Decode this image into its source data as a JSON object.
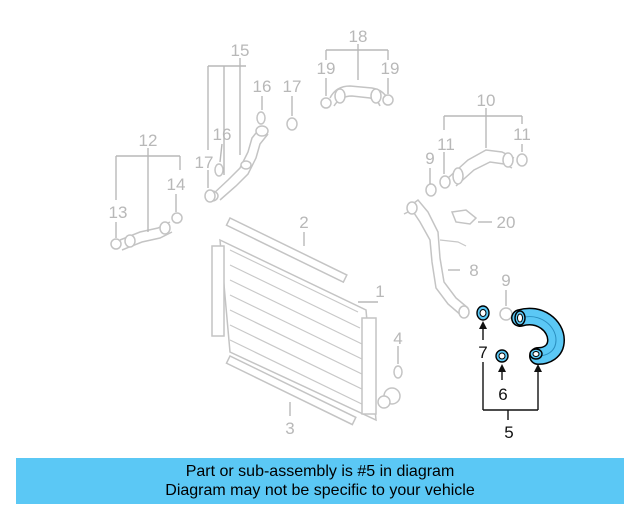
{
  "diagram": {
    "highlight_color": "#5bc8f5",
    "ghost_color": "#b8b8b8",
    "callouts": {
      "c1": "1",
      "c2": "2",
      "c3": "3",
      "c4": "4",
      "c5": "5",
      "c6": "6",
      "c7": "7",
      "c8": "8",
      "c9a": "9",
      "c9b": "9",
      "c10": "10",
      "c11a": "11",
      "c11b": "11",
      "c12": "12",
      "c13": "13",
      "c14": "14",
      "c15": "15",
      "c16a": "16",
      "c16b": "16",
      "c17a": "17",
      "c17b": "17",
      "c18": "18",
      "c19a": "19",
      "c19b": "19",
      "c20": "20"
    }
  },
  "banner": {
    "line1": "Part or sub-assembly is #5 in diagram",
    "line2": "Diagram may not be specific to your vehicle"
  }
}
